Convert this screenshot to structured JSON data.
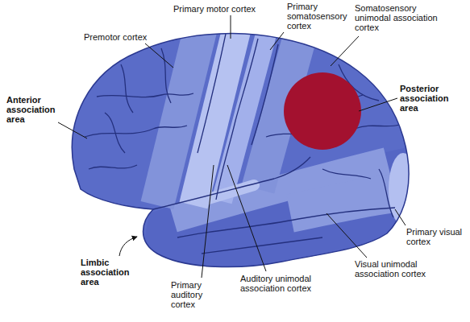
{
  "diagram": {
    "labels": [
      "Primary motor cortex",
      "Premotor cortex",
      "Primary somatosensory cortex",
      "Somatosensory unimodal association cortex",
      "Anterior association area",
      "Posterior association area",
      "Primary visual cortex",
      "Limbic association area",
      "Visual unimodal association cortex",
      "Primary auditory cortex",
      "Auditory unimodal association cortex"
    ]
  }
}
